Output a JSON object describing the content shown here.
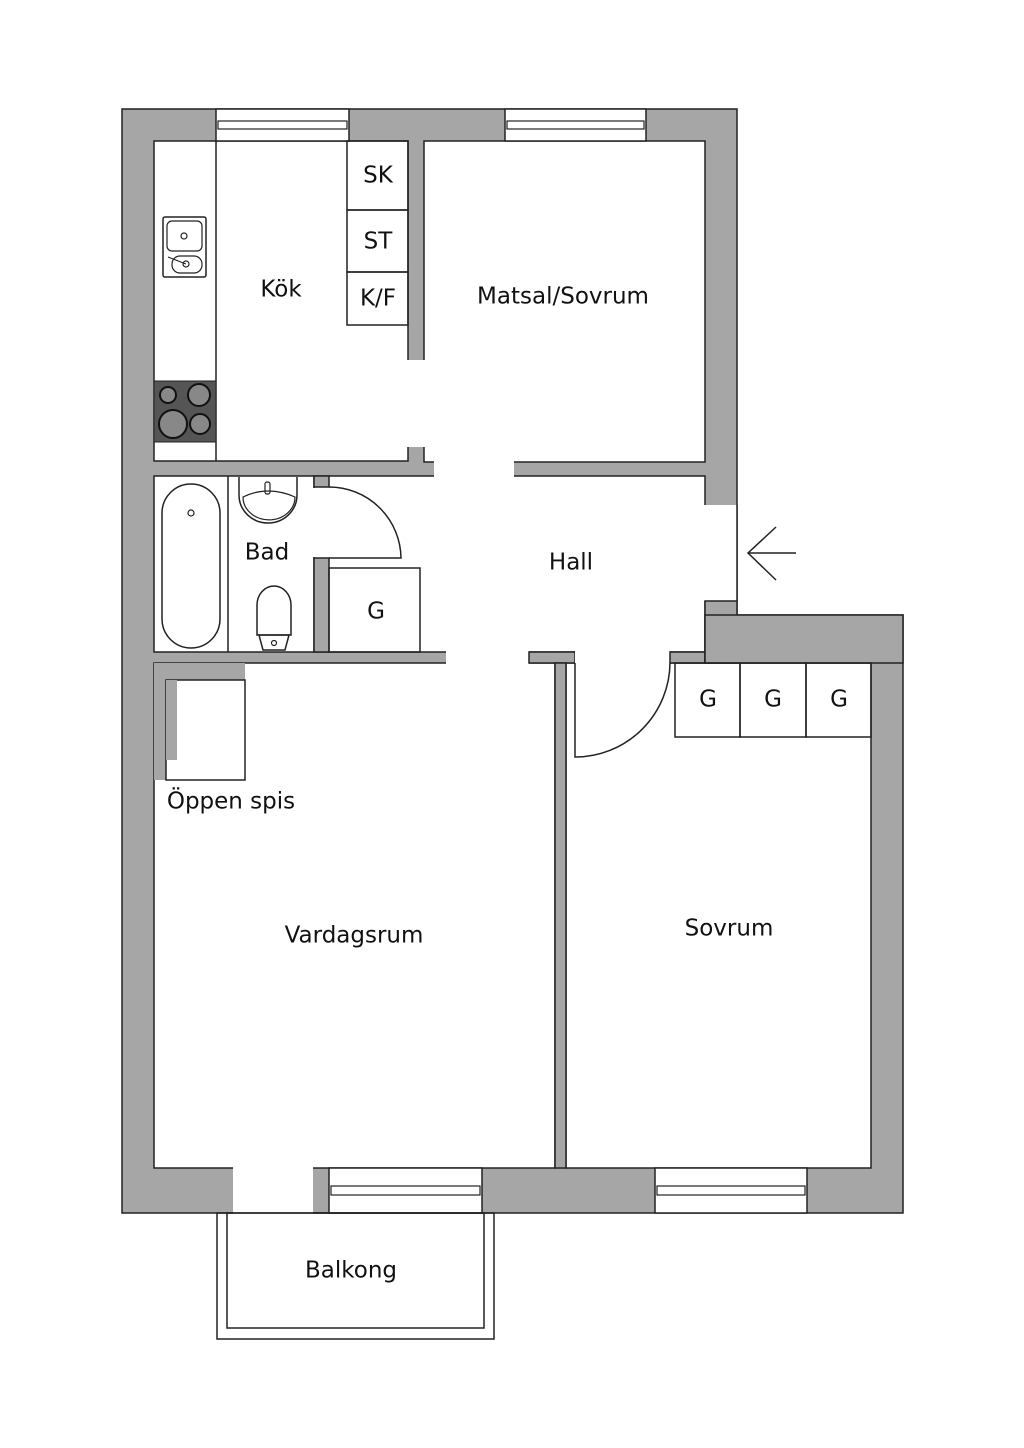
{
  "plan": {
    "rooms": {
      "kok": "Kök",
      "matsal": "Matsal/Sovrum",
      "bad": "Bad",
      "hall": "Hall",
      "oppen_spis": "Öppen spis",
      "vardagsrum": "Vardagsrum",
      "sovrum": "Sovrum",
      "balkong": "Balkong"
    },
    "storage": {
      "sk": "SK",
      "st": "ST",
      "kf": "K/F",
      "g_hall": "G",
      "g1": "G",
      "g2": "G",
      "g3": "G"
    },
    "colors": {
      "wall": "#a6a6a6",
      "stove": "#555555"
    }
  }
}
